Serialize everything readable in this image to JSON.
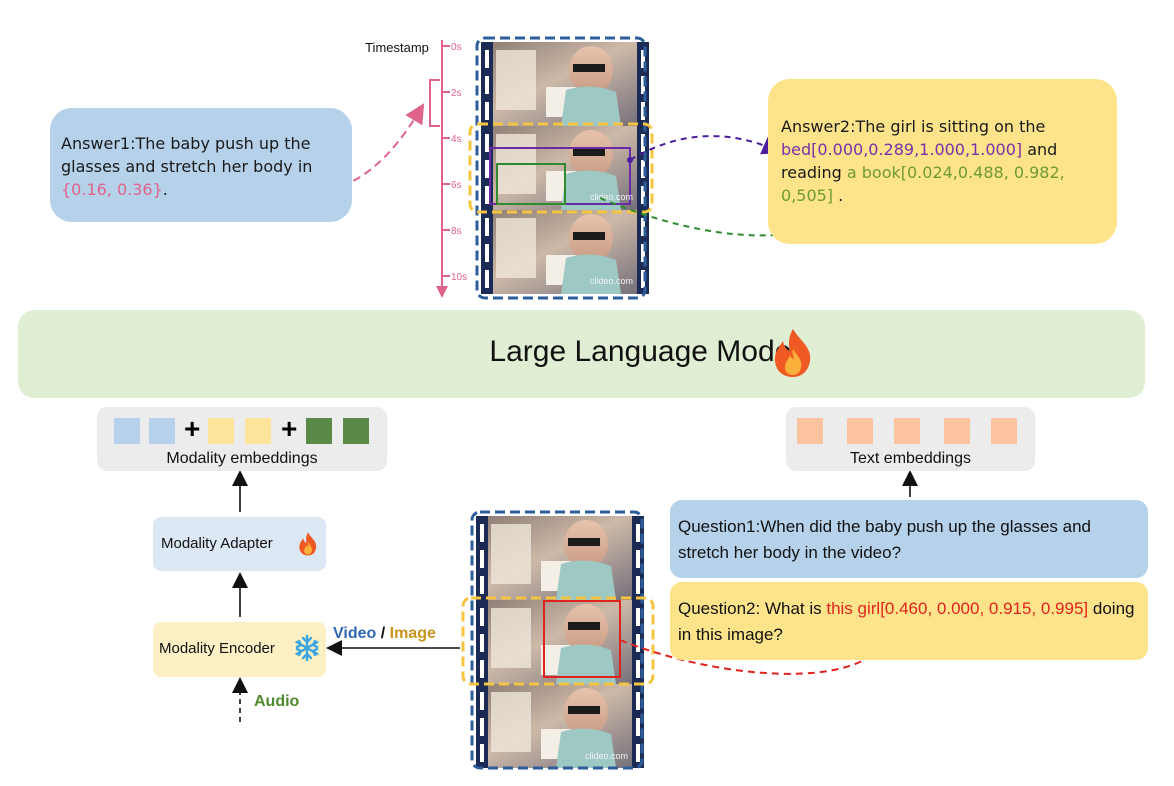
{
  "timeline": {
    "title": "Timestamp",
    "ticks": [
      "0s",
      "2s",
      "4s",
      "6s",
      "8s",
      "10s"
    ]
  },
  "answer1": {
    "text": "Answer1:The baby push up the glasses and stretch her body in ",
    "highlight": "{0.16, 0.36}",
    "end": "."
  },
  "answer2": {
    "prefix": "Answer2:The girl is sitting on the ",
    "bed": "bed[0.000,0.289,1.000,1.000]",
    "middle": " and reading ",
    "book": "a book[0.024,0.488, 0.982, 0,505]",
    "end": " ."
  },
  "video_watermark": "clideo.com",
  "llm": {
    "title": "Large Language Model",
    "icon": "fire-icon"
  },
  "modality_embeddings": {
    "label": "Modality embeddings",
    "plus": "+"
  },
  "text_embeddings": {
    "label": "Text embeddings"
  },
  "adapter": {
    "label": "Modality Adapter",
    "icon": "fire-icon"
  },
  "encoder": {
    "label": "Modality Encoder",
    "icon": "snowflake-icon"
  },
  "inputs": {
    "video": "Video",
    "slash": " / ",
    "image": "Image",
    "audio": "Audio"
  },
  "question1": {
    "text": "Question1:When did the baby push up the glasses and stretch her body in the video?"
  },
  "question2": {
    "prefix": "Question2: What is ",
    "highlight": "this girl[0.460, 0.000, 0.915, 0.995]",
    "end": " doing in this image?"
  },
  "colors": {
    "timeline": "#e06489",
    "frame_border": "#2e5d9c",
    "highlight_border": "#f5c542",
    "bed_box": "#6a2aa5",
    "book_box": "#2e8b2e",
    "girl_box": "#e0231e",
    "answer1_bg": "#b6d1ea",
    "answer2_bg": "#fde48b",
    "llm_bg": "#e0efd3",
    "emb_blue": "#b7d0ec",
    "emb_yellow": "#fde49a",
    "emb_green": "#5a8a48",
    "emb_orange": "#fcc3a0"
  }
}
